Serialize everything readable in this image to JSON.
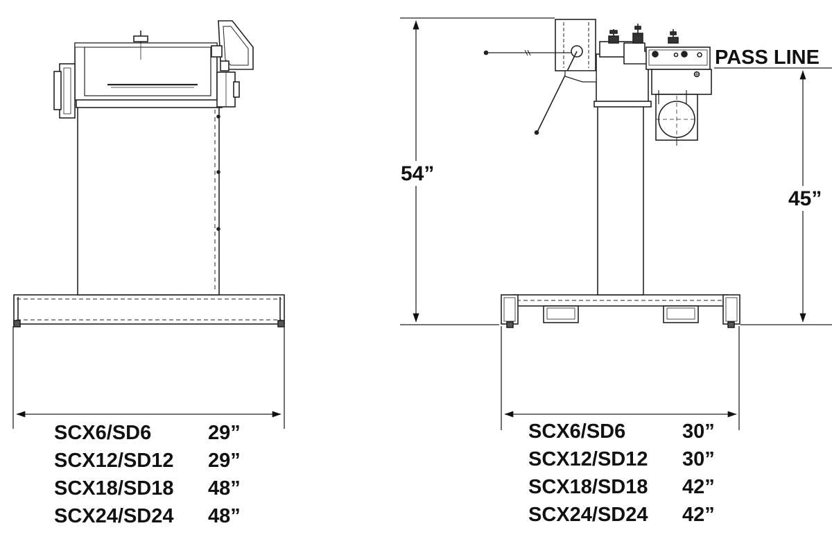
{
  "side_view": {
    "width_table": [
      {
        "model": "SCX6/SD6",
        "width": "29”"
      },
      {
        "model": "SCX12/SD12",
        "width": "29”"
      },
      {
        "model": "SCX18/SD18",
        "width": "48”"
      },
      {
        "model": "SCX24/SD24",
        "width": "48”"
      }
    ]
  },
  "front_view": {
    "overall_height": "54”",
    "pass_line_height": "45”",
    "pass_line_label": "PASS LINE",
    "width_table": [
      {
        "model": "SCX6/SD6",
        "width": "30”"
      },
      {
        "model": "SCX12/SD12",
        "width": "30”"
      },
      {
        "model": "SCX18/SD18",
        "width": "42”"
      },
      {
        "model": "SCX24/SD24",
        "width": "42”"
      }
    ]
  }
}
